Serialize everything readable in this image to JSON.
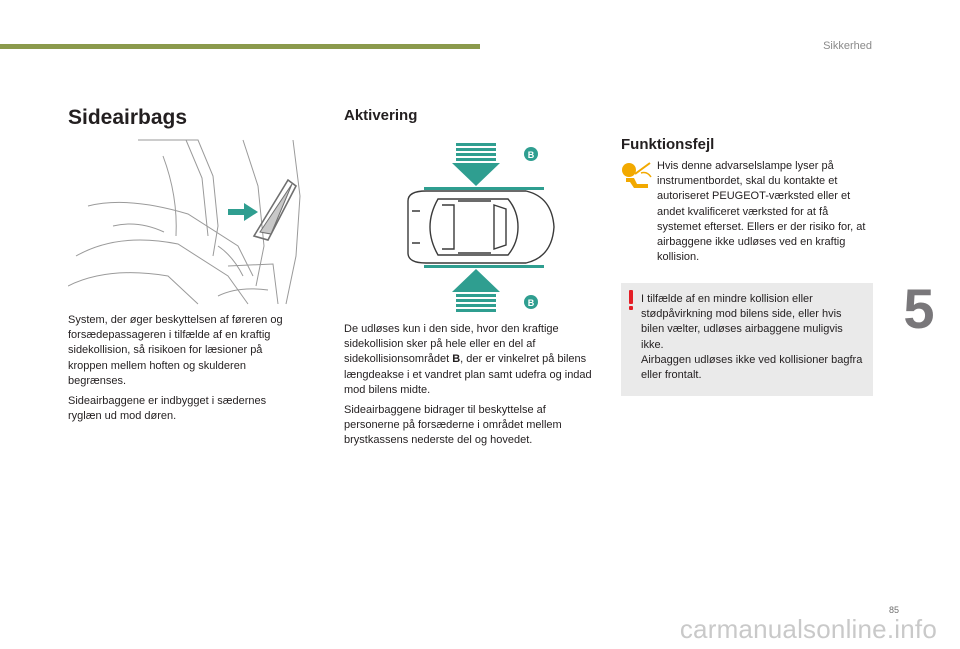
{
  "header": {
    "section": "Sikkerhed",
    "bar_color": "#8b9a4c"
  },
  "chapter": {
    "number": "5"
  },
  "left": {
    "title": "Sideairbags",
    "paragraphs": [
      "System, der øger beskyttelsen af føreren og forsædepassageren i tilfælde af en kraftig sidekollision, så risikoen for læsioner på kroppen mellem hoften og skulderen begrænses.",
      "Sideairbaggene er indbygget i sædernes ryglæn ud mod døren."
    ]
  },
  "middle": {
    "title": "Aktivering",
    "figure_labels": {
      "top": "B",
      "bottom": "B"
    },
    "text_before_bold": "De udløses kun i den side, hvor den kraftige sidekollision sker på hele eller en del af sidekollisionsområdet ",
    "bold": "B",
    "text_after_bold": ", der er vinkelret på bilens længdeakse i et vandret plan samt udefra og indad mod bilens midte.",
    "paragraph2": "Sideairbaggene bidrager til beskyttelse af personerne på forsæderne i området mellem brystkassens nederste del og hovedet."
  },
  "right": {
    "title": "Funktionsfejl",
    "icon": "airbag-warning-lamp-icon",
    "icon_color": "#f2a900",
    "fault_text": "Hvis denne advarselslampe lyser på instrumentbordet, skal du kontakte et autoriseret PEUGEOT-værksted eller et andet kvalificeret værksted for at få systemet efterset. Ellers er der risiko for, at airbaggene ikke udløses ved en kraftig kollision.",
    "warning": {
      "icon": "exclamation-warning-icon",
      "icon_color": "#e41e26",
      "paragraph1": "I tilfælde af en mindre kollision eller stødpåvirkning mod bilens side, eller hvis bilen vælter, udløses airbaggene muligvis ikke.",
      "paragraph2": "Airbaggen udløses ikke ved kollisioner bagfra eller frontalt."
    }
  },
  "footer": {
    "page_number": "85",
    "watermark": "carmanualsonline.info"
  }
}
